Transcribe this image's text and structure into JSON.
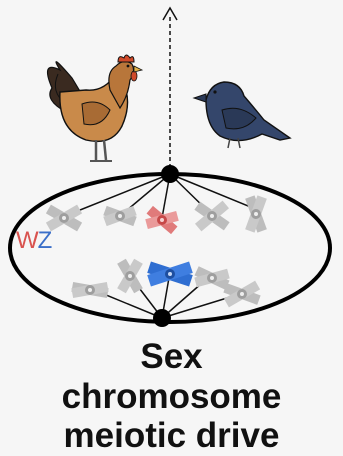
{
  "labels": {
    "w": "W",
    "z": "Z"
  },
  "caption": {
    "line1": "Sex",
    "line2": "chromosome",
    "line3": "meiotic drive"
  },
  "colors": {
    "background": "#f6f6f6",
    "ink": "#111111",
    "w_color": "#d9534f",
    "z_color": "#3b6fc9",
    "chromosome_gray": "#bdbdbd",
    "driving_red": "#e07a7a",
    "driving_blue": "#2f6ed1",
    "rooster_body": "#c98a4a",
    "rooster_comb": "#d04a2a",
    "bird_body": "#34466b"
  },
  "icons": {
    "rooster": "rooster-icon",
    "bird": "finch-icon"
  }
}
